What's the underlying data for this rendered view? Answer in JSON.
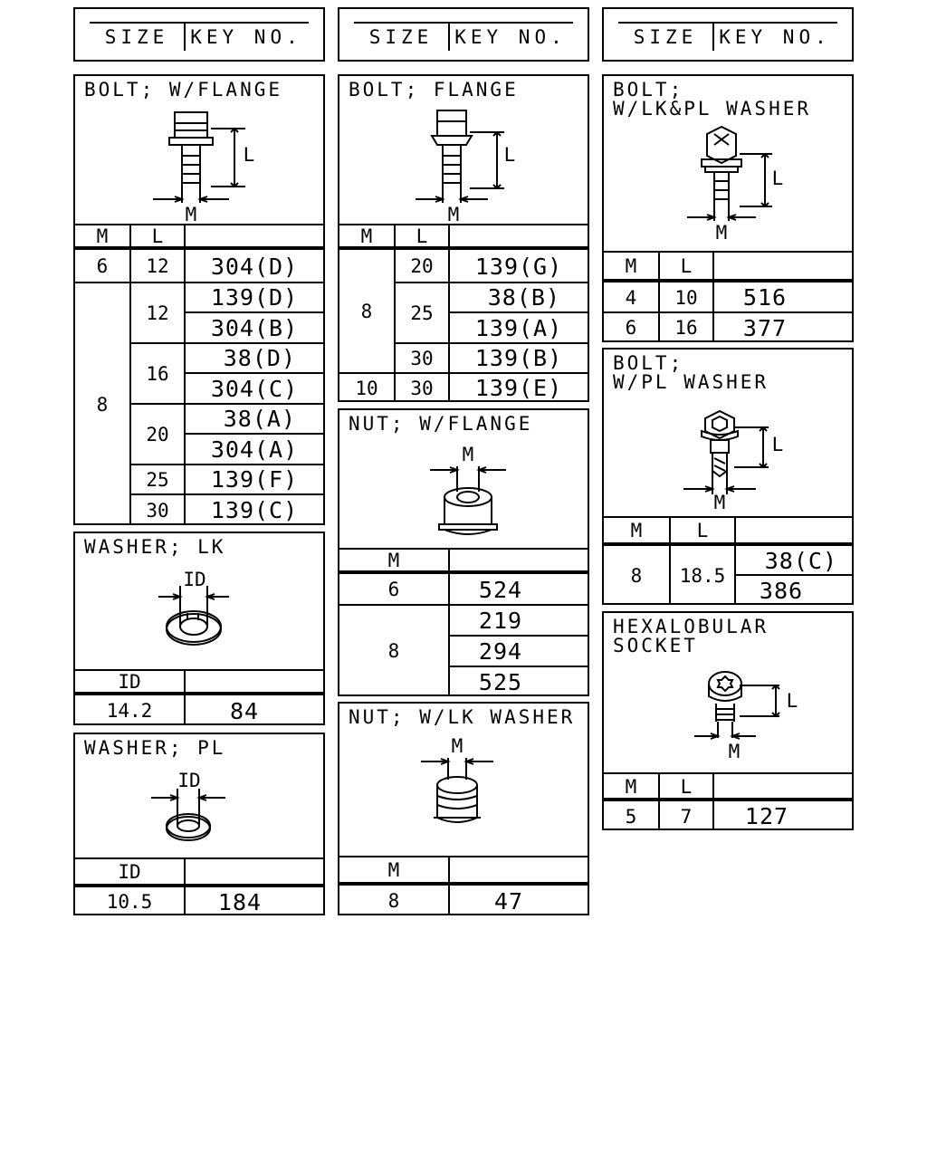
{
  "headers": [
    {
      "size": "SIZE",
      "key": "KEY NO."
    },
    {
      "size": "SIZE",
      "key": "KEY NO."
    },
    {
      "size": "SIZE",
      "key": "KEY NO."
    }
  ],
  "bolt_w_flange": {
    "title": "BOLT; W/FLANGE",
    "dim_l": "L",
    "dim_m": "M",
    "col_m": "M",
    "col_l": "L",
    "rows": [
      {
        "m": "6",
        "l": "12",
        "key": "304(D)"
      },
      {
        "m": "8",
        "l": "12",
        "key": "139(D)"
      },
      {
        "m": "8",
        "l": "12",
        "key": "304(B)"
      },
      {
        "m": "8",
        "l": "16",
        "key": "38(D)"
      },
      {
        "m": "8",
        "l": "16",
        "key": "304(C)"
      },
      {
        "m": "8",
        "l": "20",
        "key": "38(A)"
      },
      {
        "m": "8",
        "l": "20",
        "key": "304(A)"
      },
      {
        "m": "8",
        "l": "25",
        "key": "139(F)"
      },
      {
        "m": "8",
        "l": "30",
        "key": "139(C)"
      }
    ]
  },
  "washer_lk": {
    "title": "WASHER; LK",
    "dim_id": "ID",
    "col_id": "ID",
    "rows": [
      {
        "id": "14.2",
        "key": "84"
      }
    ]
  },
  "washer_pl": {
    "title": "WASHER; PL",
    "dim_id": "ID",
    "col_id": "ID",
    "rows": [
      {
        "id": "10.5",
        "key": "184"
      }
    ]
  },
  "bolt_flange": {
    "title": "BOLT; FLANGE",
    "dim_l": "L",
    "dim_m": "M",
    "col_m": "M",
    "col_l": "L",
    "rows": [
      {
        "m": "8",
        "l": "20",
        "key": "139(G)"
      },
      {
        "m": "8",
        "l": "25",
        "key": "38(B)"
      },
      {
        "m": "8",
        "l": "25",
        "key": "139(A)"
      },
      {
        "m": "8",
        "l": "30",
        "key": "139(B)"
      },
      {
        "m": "10",
        "l": "30",
        "key": "139(E)"
      }
    ]
  },
  "nut_w_flange": {
    "title": "NUT; W/FLANGE",
    "dim_m": "M",
    "col_m": "M",
    "rows": [
      {
        "m": "6",
        "key": "524"
      },
      {
        "m": "8",
        "key": "219"
      },
      {
        "m": "8",
        "key": "294"
      },
      {
        "m": "8",
        "key": "525"
      }
    ]
  },
  "nut_w_lk_washer": {
    "title": "NUT; W/LK WASHER",
    "dim_m": "M",
    "col_m": "M",
    "rows": [
      {
        "m": "8",
        "key": "47"
      }
    ]
  },
  "bolt_w_lk_pl_washer": {
    "title_line1": "BOLT;",
    "title_line2": "W/LK&PL WASHER",
    "dim_l": "L",
    "dim_m": "M",
    "col_m": "M",
    "col_l": "L",
    "rows": [
      {
        "m": "4",
        "l": "10",
        "key": "516"
      },
      {
        "m": "6",
        "l": "16",
        "key": "377"
      }
    ]
  },
  "bolt_w_pl_washer": {
    "title_line1": "BOLT;",
    "title_line2": "W/PL WASHER",
    "dim_l": "L",
    "dim_m": "M",
    "col_m": "M",
    "col_l": "L",
    "rows": [
      {
        "m": "8",
        "l": "18.5",
        "key": "38(C)"
      },
      {
        "m": "8",
        "l": "18.5",
        "key": "386"
      }
    ]
  },
  "hexalobular_socket": {
    "title_line1": "HEXALOBULAR",
    "title_line2": "SOCKET",
    "dim_l": "L",
    "dim_m": "M",
    "col_m": "M",
    "col_l": "L",
    "rows": [
      {
        "m": "5",
        "l": "7",
        "key": "127"
      }
    ]
  }
}
